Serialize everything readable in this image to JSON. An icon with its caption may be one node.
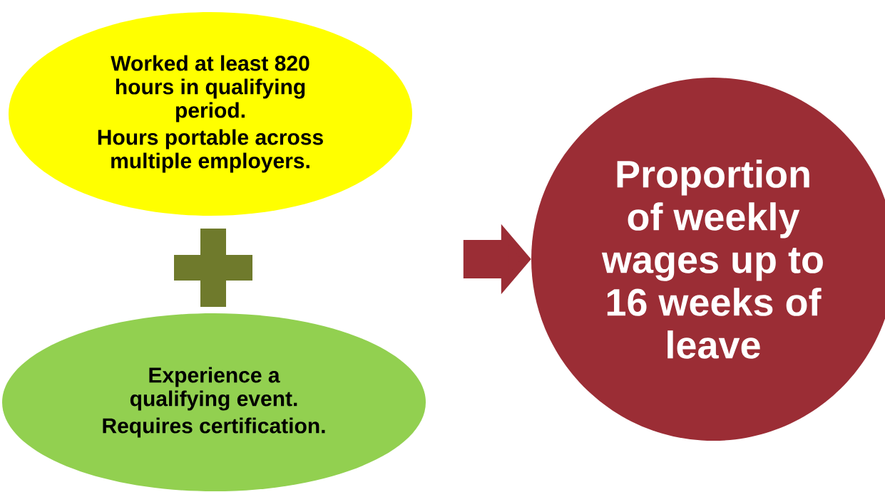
{
  "diagram": {
    "nodes": [
      {
        "text": [
          "Worked at least 820 hours in qualifying period.",
          "Hours portable across multiple employers."
        ]
      },
      {
        "text": [
          "Experience a qualifying event.",
          "Requires certification."
        ]
      },
      {
        "text": [
          "Proportion of weekly wages up to 16 weeks of leave"
        ]
      }
    ],
    "edges": [
      {
        "from": null,
        "to": 2,
        "arrow": "to"
      }
    ]
  }
}
